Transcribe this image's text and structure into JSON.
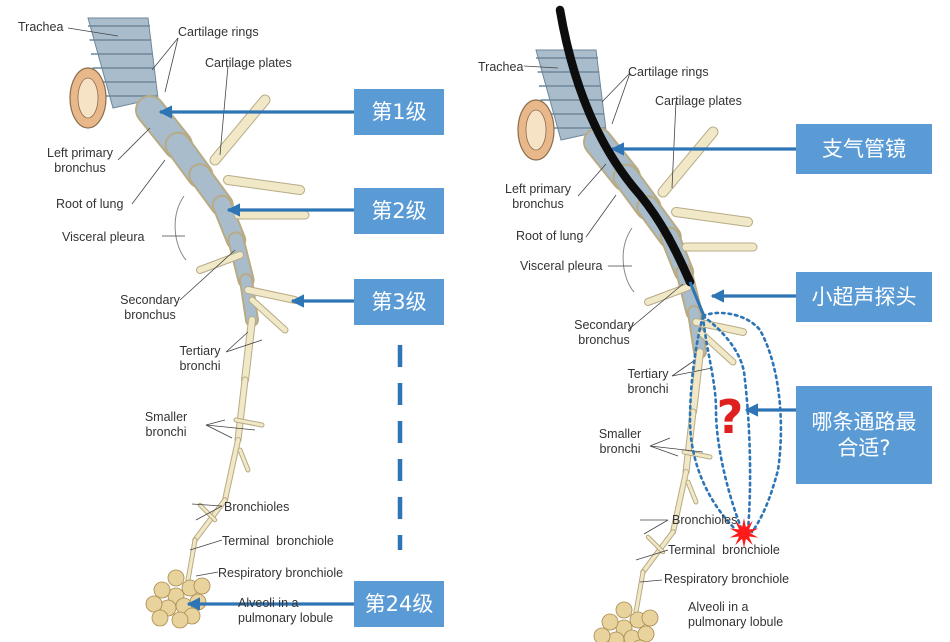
{
  "colors": {
    "accent_blue": "#5b9bd5",
    "arrow_blue": "#2e75b6",
    "airway_fill": "#f1e8c8",
    "airway_stroke": "#b8ab84",
    "cartilage": "#a9bccb",
    "alveoli": "#e9d39c",
    "scope": "#0d0d0d",
    "question": "#e02020",
    "star": "#ff1a1a"
  },
  "left_panel": {
    "labels": {
      "trachea": "Trachea",
      "cartilage_rings": "Cartilage rings",
      "cartilage_plates": "Cartilage plates",
      "left_primary_bronchus": "Left primary\nbronchus",
      "root_of_lung": "Root of lung",
      "visceral_pleura": "Visceral pleura",
      "secondary_bronchus": "Secondary\nbronchus",
      "tertiary_bronchi": "Tertiary\nbronchi",
      "smaller_bronchi": "Smaller\nbronchi",
      "bronchioles": "Bronchioles",
      "terminal_bronchiole": "Terminal  bronchiole",
      "respiratory_bronchiole": "Respiratory bronchiole",
      "alveoli": "Alveoli in a\npulmonary lobule"
    },
    "levels": {
      "level1": "第1级",
      "level2": "第2级",
      "level3": "第3级",
      "level24": "第24级"
    }
  },
  "right_panel": {
    "labels": {
      "trachea": "Trachea",
      "cartilage_rings": "Cartilage rings",
      "cartilage_plates": "Cartilage plates",
      "left_primary_bronchus": "Left primary\nbronchus",
      "root_of_lung": "Root of lung",
      "visceral_pleura": "Visceral pleura",
      "secondary_bronchus": "Secondary\nbronchus",
      "tertiary_bronchi": "Tertiary\nbronchi",
      "smaller_bronchi": "Smaller\nbronchi",
      "bronchioles": "Bronchioles",
      "terminal_bronchiole": "Terminal  bronchiole",
      "respiratory_bronchiole": "Respiratory bronchiole",
      "alveoli": "Alveoli in a\npulmonary lobule"
    },
    "callouts": {
      "bronchoscope": "支气管镜",
      "ultrasound_probe": "小超声探头",
      "which_path": "哪条通路最\n合适?"
    },
    "question_mark": "?"
  }
}
